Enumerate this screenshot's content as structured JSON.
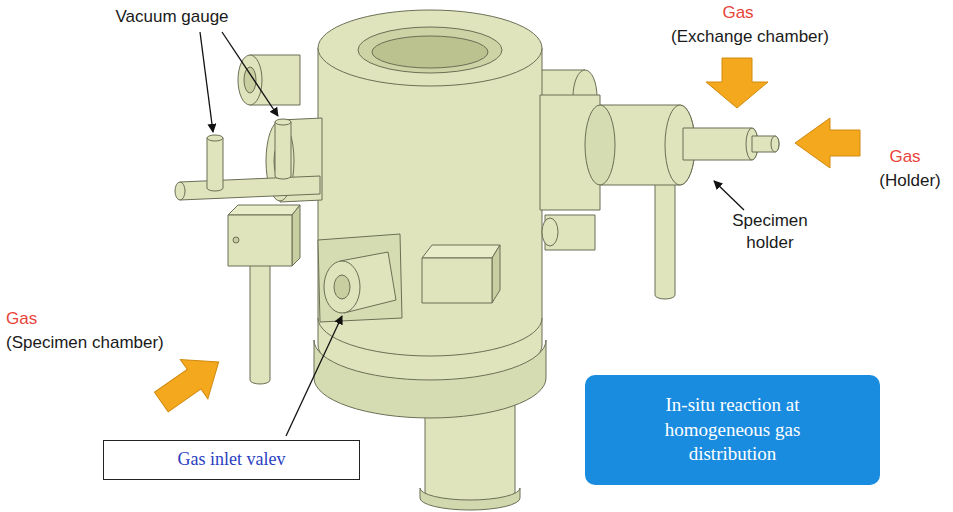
{
  "diagram": {
    "nodes": [
      {
        "text": [
          "In-situ reaction at homogeneous gas distribution"
        ]
      },
      {
        "text": [
          "Gas inlet valev"
        ]
      }
    ],
    "labels": [
      "Vacuum gauge",
      "Gas",
      "(Exchange chamber)",
      "Gas",
      "(Holder)",
      "Specimen holder",
      "Gas",
      "(Specimen chamber)"
    ]
  }
}
